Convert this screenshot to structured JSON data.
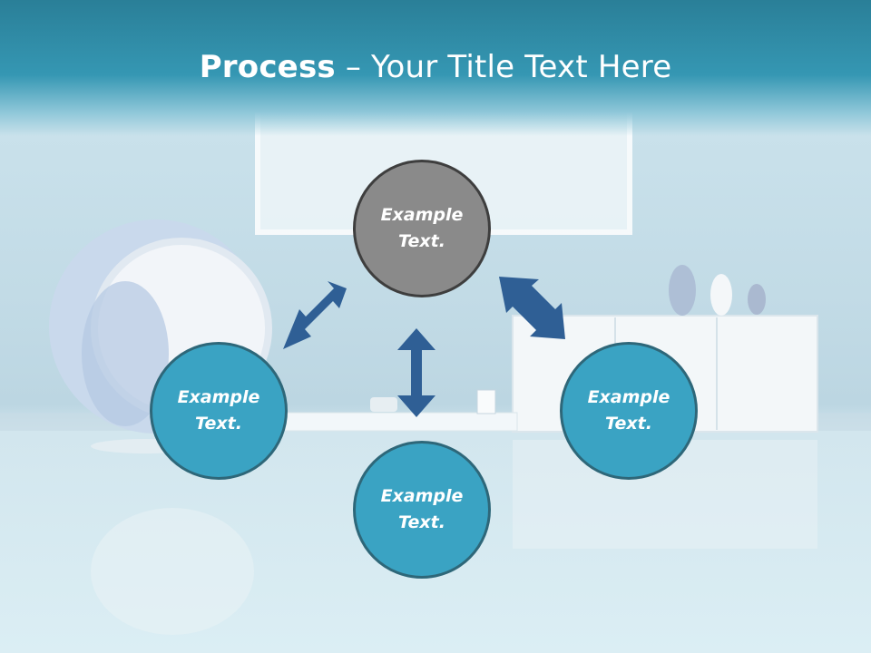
{
  "title": {
    "bold": "Process",
    "rest": " – Your Title Text Here"
  },
  "nodes": {
    "top": {
      "line1": "Example",
      "line2": "Text."
    },
    "left": {
      "line1": "Example",
      "line2": "Text."
    },
    "right": {
      "line1": "Example",
      "line2": "Text."
    },
    "bottom": {
      "line1": "Example",
      "line2": "Text."
    }
  },
  "colors": {
    "header": "#3597b3",
    "node_fill": "#3aa3c3",
    "center_fill": "#8a8a8a",
    "arrow": "#2f5f95"
  }
}
